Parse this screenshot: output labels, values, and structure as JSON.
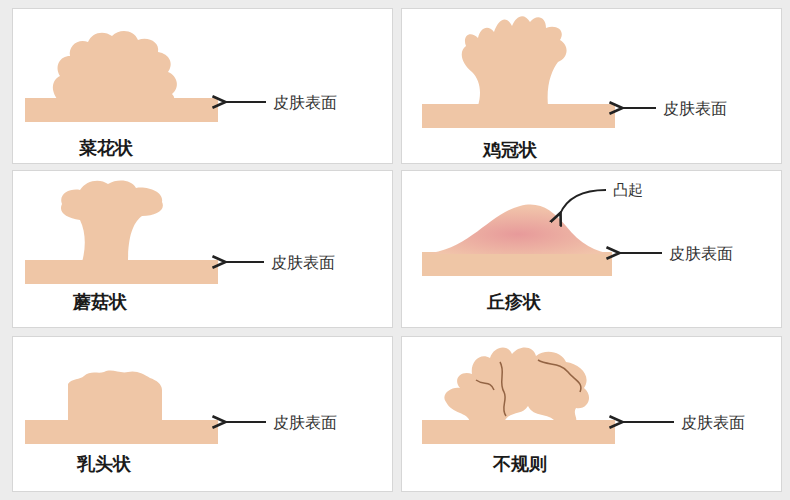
{
  "diagram": {
    "nodes": [
      {
        "text": [
          "皮肤表面",
          "菜花状"
        ]
      },
      {
        "text": [
          "皮肤表面",
          "鸡冠状"
        ]
      },
      {
        "text": [
          "皮肤表面",
          "蘑菇状"
        ]
      },
      {
        "text": [
          "凸起",
          "皮肤表面",
          "丘疹状"
        ]
      },
      {
        "text": [
          "皮肤表面",
          "乳头状"
        ]
      },
      {
        "text": [
          "皮肤表面",
          "不规则"
        ]
      }
    ]
  }
}
